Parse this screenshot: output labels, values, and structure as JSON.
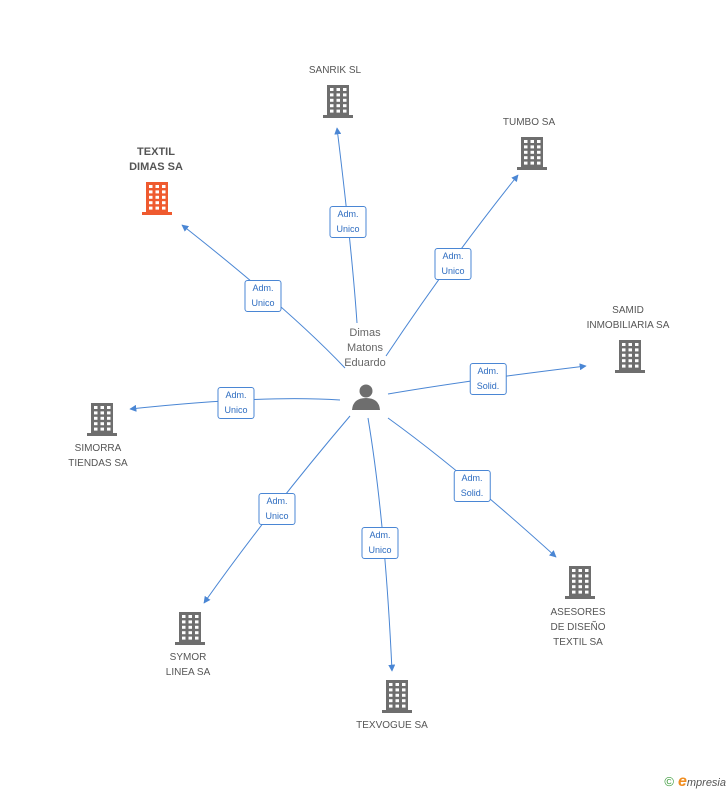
{
  "center": {
    "label": "Dimas\nMatons\nEduardo",
    "icon": "person-icon",
    "color": "#6e6e6e"
  },
  "colors": {
    "company": "#6e6e6e",
    "highlight": "#ef5a2f",
    "edge": "#4a86d4"
  },
  "nodes": [
    {
      "id": "sanrik",
      "label": "SANRIK  SL",
      "role": "Adm.\nUnico",
      "highlight": false
    },
    {
      "id": "tumbo",
      "label": "TUMBO SA",
      "role": "Adm.\nUnico",
      "highlight": false
    },
    {
      "id": "textil-dimas",
      "label": "TEXTIL\nDIMAS SA",
      "role": "Adm.\nUnico",
      "highlight": true
    },
    {
      "id": "samid",
      "label": "SAMID\nINMOBILIARIA SA",
      "role": "Adm.\nSolid.",
      "highlight": false
    },
    {
      "id": "simorra",
      "label": "SIMORRA\nTIENDAS SA",
      "role": "Adm.\nUnico",
      "highlight": false
    },
    {
      "id": "asesores",
      "label": "ASESORES\nDE DISEÑO\nTEXTIL SA",
      "role": "Adm.\nSolid.",
      "highlight": false
    },
    {
      "id": "symor",
      "label": "SYMOR\nLINEA SA",
      "role": "Adm.\nUnico",
      "highlight": false
    },
    {
      "id": "texvogue",
      "label": "TEXVOGUE SA",
      "role": "Adm.\nUnico",
      "highlight": false
    }
  ],
  "brand": {
    "copyright": "©",
    "e": "e",
    "name": "mpresia"
  }
}
